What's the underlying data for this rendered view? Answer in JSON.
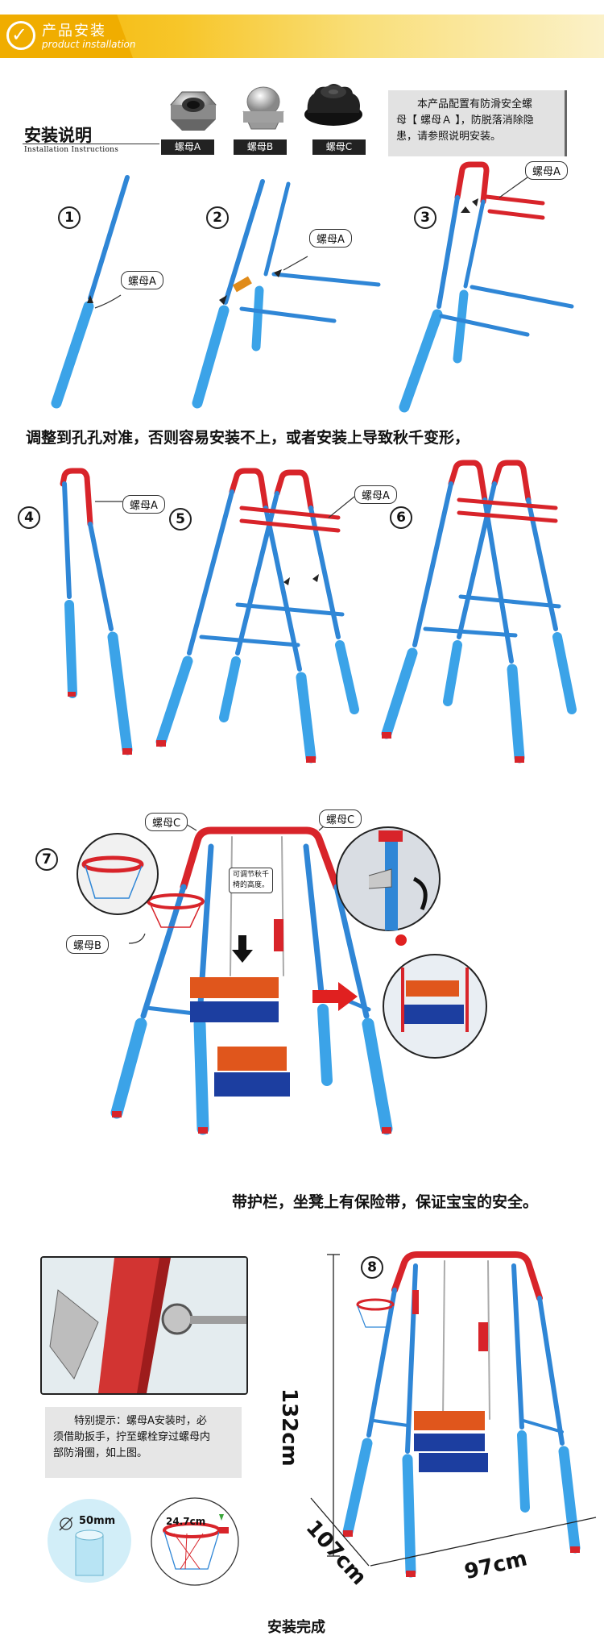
{
  "header": {
    "title": "产品安装",
    "subtitle": "product installation"
  },
  "install": {
    "title": "安装说明",
    "subtitle": "Installation Instructions",
    "nuts": [
      {
        "label": "螺母A",
        "icon": "lock-nut-icon"
      },
      {
        "label": "螺母B",
        "icon": "cap-nut-icon"
      },
      {
        "label": "螺母C",
        "icon": "knob-nut-icon"
      }
    ],
    "notice_line1": "本产品配置有防滑安全螺",
    "notice_line2": "母【 螺母Ａ 】，防脱落消除隐",
    "notice_line3": "患，请参照说明安装。"
  },
  "steps": {
    "s1": "1",
    "s2": "2",
    "s3": "3",
    "s4": "4",
    "s5": "5",
    "s6": "6",
    "s7": "7",
    "s8": "8"
  },
  "callouts": {
    "nut_a": "螺母A",
    "nut_b": "螺母B",
    "nut_c": "螺母C"
  },
  "caption_align": "调整到孔孔对准，否则容易安装不上，或者安装上导致秋千变形，",
  "adjust_note_line1": "可调节秋千",
  "adjust_note_line2": "椅的高度。",
  "caption_safety": "带护栏，坐凳上有保险带，保证宝宝的安全。",
  "tip": {
    "line1": "特别提示：螺母A安装时，必",
    "line2": "须借助扳手，拧至螺栓穿过螺母内",
    "line3": "部防滑圈，如上图。"
  },
  "pipe_diameter": "50mm",
  "hoop_width": "24.7cm",
  "dimensions": {
    "height": "132cm",
    "depth": "107cm",
    "width": "97cm"
  },
  "footer": "安装完成",
  "colors": {
    "tube_blue": "#2f86d6",
    "top_red": "#d8242a",
    "accent": "#f0ad00",
    "seat_orange": "#e0561c",
    "seat_blue": "#1c3ea0"
  }
}
